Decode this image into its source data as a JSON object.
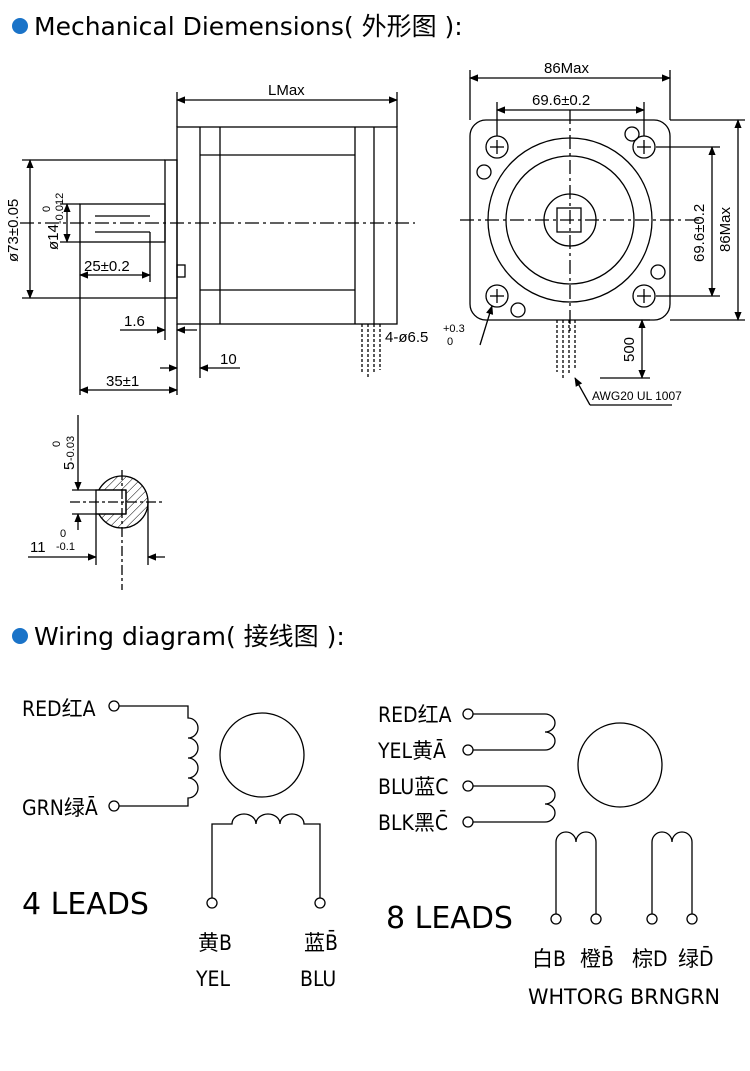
{
  "headings": {
    "mechanical": "Mechanical Diemensions( 外形图 ):",
    "wiring": "Wiring diagram( 接线图 ):"
  },
  "colors": {
    "bullet": "#1a73c8",
    "line": "#000000"
  },
  "mechanical": {
    "side_view": {
      "length": "LMax",
      "shaft_dia_label": "ø14",
      "shaft_dia_tol_upper": "0",
      "shaft_dia_tol_lower": "-0.012",
      "flange_dia": "ø73±0.05",
      "shaft_flat_len": "25±0.2",
      "flange_step": "1.6",
      "flange_thick": "10",
      "shaft_len": "35±1"
    },
    "front_view": {
      "overall_w": "86Max",
      "hole_pitch_h": "69.6±0.2",
      "hole_pitch_v": "69.6±0.2",
      "overall_h": "86Max",
      "holes": "4-ø6.5",
      "holes_tol_upper": "+0.3",
      "holes_tol_lower": "0",
      "lead_len": "500",
      "wire": "AWG20 UL 1007"
    },
    "shaft_section": {
      "key_w": "5",
      "key_w_tol_upper": "0",
      "key_w_tol_lower": "-0.03",
      "depth": "11",
      "depth_tol_upper": "0",
      "depth_tol_lower": "-0.1"
    }
  },
  "wiring": {
    "four_leads": {
      "title": "4 LEADS",
      "left_terminals": [
        "RED红A",
        "GRN绿Ā"
      ],
      "bottom_terminals": [
        {
          "cn": "黄B",
          "en": "YEL"
        },
        {
          "cn": "蓝B̄",
          "en": "BLU"
        }
      ]
    },
    "eight_leads": {
      "title": "8 LEADS",
      "left_terminals": [
        "RED红A",
        "YEL黄Ā",
        "BLU蓝C",
        "BLK黑C̄"
      ],
      "bottom_terminals": [
        {
          "cn": "白B"
        },
        {
          "cn": "橙B̄"
        },
        {
          "cn": "棕D"
        },
        {
          "cn": "绿D̄"
        }
      ],
      "bottom_en": "WHTORG BRNGRN"
    }
  }
}
